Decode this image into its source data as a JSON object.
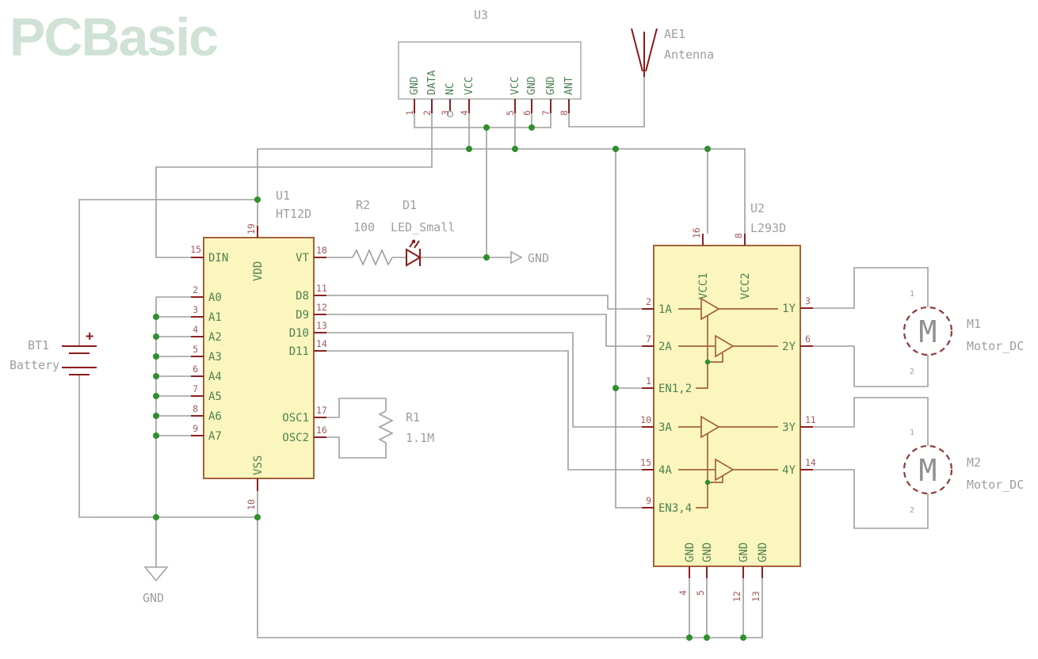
{
  "logo": {
    "text": "PCBasic"
  },
  "colors": {
    "ic_fill": "#fbf6bd",
    "ic_border": "#a4613b",
    "wire": "#9aa29a",
    "junction": "#2e8f2e",
    "pin_name": "#4e8054",
    "pin_number": "#a25b5b",
    "label": "#9e9e9e",
    "symbol_red": "#8b1a1a",
    "logo": "#cfe2d5"
  },
  "u3": {
    "ref": "U3",
    "pins": [
      {
        "name": "GND",
        "num": "1"
      },
      {
        "name": "DATA",
        "num": "2"
      },
      {
        "name": "NC",
        "num": "3"
      },
      {
        "name": "VCC",
        "num": "4"
      },
      {
        "name": "VCC",
        "num": "5"
      },
      {
        "name": "GND",
        "num": "6"
      },
      {
        "name": "GND",
        "num": "7"
      },
      {
        "name": "ANT",
        "num": "8"
      }
    ]
  },
  "antenna": {
    "ref": "AE1",
    "value": "Antenna"
  },
  "u1": {
    "ref": "U1",
    "value": "HT12D",
    "top_pin": {
      "name": "VDD",
      "num": "19"
    },
    "bottom_pin": {
      "name": "VSS",
      "num": "10"
    },
    "left_pins": [
      {
        "name": "DIN",
        "num": "15"
      },
      {
        "name": "A0",
        "num": "2"
      },
      {
        "name": "A1",
        "num": "3"
      },
      {
        "name": "A2",
        "num": "4"
      },
      {
        "name": "A3",
        "num": "5"
      },
      {
        "name": "A4",
        "num": "6"
      },
      {
        "name": "A5",
        "num": "7"
      },
      {
        "name": "A6",
        "num": "8"
      },
      {
        "name": "A7",
        "num": "9"
      }
    ],
    "right_pins": [
      {
        "name": "VT",
        "num": "18"
      },
      {
        "name": "D8",
        "num": "11"
      },
      {
        "name": "D9",
        "num": "12"
      },
      {
        "name": "D10",
        "num": "13"
      },
      {
        "name": "D11",
        "num": "14"
      },
      {
        "name": "OSC1",
        "num": "17"
      },
      {
        "name": "OSC2",
        "num": "16"
      }
    ]
  },
  "r2": {
    "ref": "R2",
    "value": "100"
  },
  "d1": {
    "ref": "D1",
    "value": "LED_Small"
  },
  "gnd_flag": {
    "label": "GND"
  },
  "r1": {
    "ref": "R1",
    "value": "1.1M"
  },
  "battery": {
    "ref": "BT1",
    "value": "Battery",
    "plus": "+"
  },
  "gnd_symbol": {
    "label": "GND"
  },
  "u2": {
    "ref": "U2",
    "value": "L293D",
    "left_pins": [
      {
        "name": "1A",
        "num": "2"
      },
      {
        "name": "2A",
        "num": "7"
      },
      {
        "name": "EN1,2",
        "num": "1"
      },
      {
        "name": "3A",
        "num": "10"
      },
      {
        "name": "4A",
        "num": "15"
      },
      {
        "name": "EN3,4",
        "num": "9"
      }
    ],
    "right_pins": [
      {
        "name": "1Y",
        "num": "3"
      },
      {
        "name": "2Y",
        "num": "6"
      },
      {
        "name": "3Y",
        "num": "11"
      },
      {
        "name": "4Y",
        "num": "14"
      }
    ],
    "top_pins": [
      {
        "name": "VCC1",
        "num": "16"
      },
      {
        "name": "VCC2",
        "num": "8"
      }
    ],
    "bottom_pins": [
      {
        "name": "GND",
        "num": "4"
      },
      {
        "name": "GND",
        "num": "5"
      },
      {
        "name": "GND",
        "num": "12"
      },
      {
        "name": "GND",
        "num": "13"
      }
    ]
  },
  "m1": {
    "ref": "M1",
    "value": "Motor_DC",
    "letter": "M",
    "pin1": "1",
    "pin2": "2"
  },
  "m2": {
    "ref": "M2",
    "value": "Motor_DC",
    "letter": "M",
    "pin1": "1",
    "pin2": "2"
  }
}
